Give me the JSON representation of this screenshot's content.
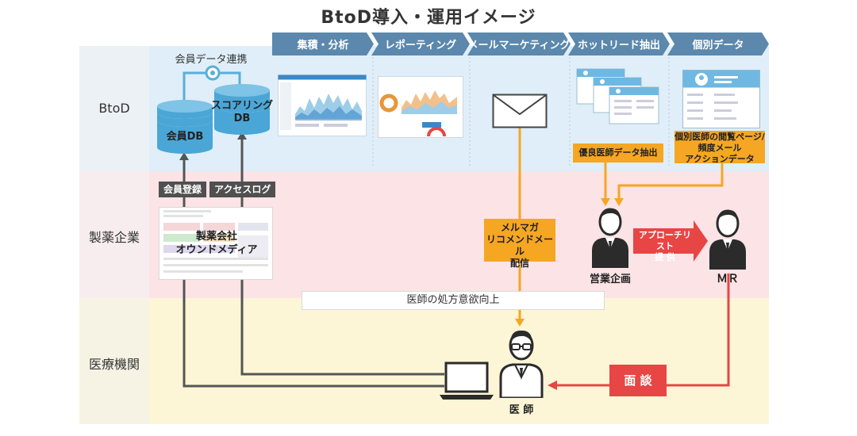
{
  "title": "BtoD導入・運用イメージ",
  "rows": {
    "btod": "BtoD",
    "pharma": "製薬企業",
    "medical": "医療機関"
  },
  "steps": [
    "集積・分析",
    "レポーティング",
    "メールマーケティング",
    "ホットリード抽出",
    "個別データ"
  ],
  "member_link": "会員データ連携",
  "member_db": "会員DB",
  "scoring_db": {
    "line1": "スコアリング",
    "line2": "DB"
  },
  "member_reg": "会員登録",
  "access_log": "アクセスログ",
  "owned_media": {
    "line1": "製薬会社",
    "line2": "オウンドメディア"
  },
  "newsletter": {
    "line1": "メルマガ",
    "line2": "リコメンドメール",
    "line3": "配信"
  },
  "good_doctor": "優良医師データ抽出",
  "individual": {
    "line1": "個別医師の閲覧ページ/",
    "line2": "頻度メール",
    "line3": "アクションデータ"
  },
  "sales_planning": "営業企画",
  "mr": "ＭＲ",
  "approach": {
    "line1": "アプローチリスト",
    "line2": "提 供"
  },
  "motivation": "医師の処方意欲向上",
  "interview": "面 談",
  "doctor": "医 師",
  "colors": {
    "blue_band": "#dfeef8",
    "pink_band": "#fbe3e6",
    "yellow_band": "#fdf6d6",
    "step_blue": "#5b88ac",
    "orange": "#f5a623",
    "red": "#e84545",
    "dark": "#505050"
  }
}
